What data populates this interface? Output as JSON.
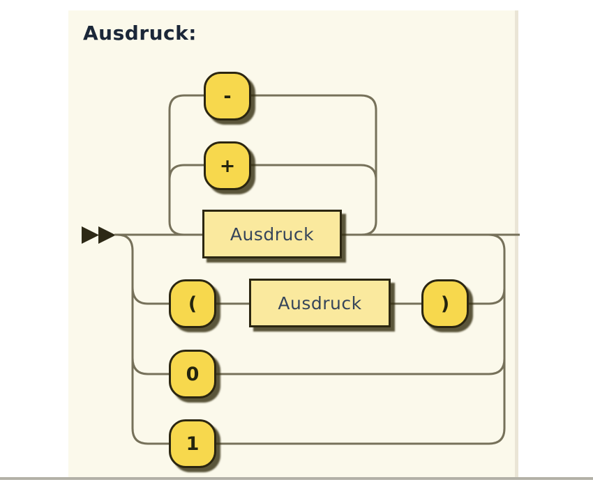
{
  "title": "Ausdruck:",
  "rule_name": "Ausdruck",
  "diagram_type": "railroad-syntax-diagram",
  "nodes": {
    "minus": {
      "label": "-",
      "kind": "terminal"
    },
    "plus": {
      "label": "+",
      "kind": "terminal"
    },
    "ausdruck_main": {
      "label": "Ausdruck",
      "kind": "nonterminal"
    },
    "open_paren": {
      "label": "(",
      "kind": "terminal"
    },
    "ausdruck_nested": {
      "label": "Ausdruck",
      "kind": "nonterminal"
    },
    "close_paren": {
      "label": ")",
      "kind": "terminal"
    },
    "zero": {
      "label": "0",
      "kind": "terminal"
    },
    "one": {
      "label": "1",
      "kind": "terminal"
    }
  },
  "alternatives": [
    "'-'",
    "'+'",
    "Ausdruck",
    "'(' Ausdruck ')'",
    "'0'",
    "'1'"
  ],
  "colors": {
    "bg_panel": "#fbf9eb",
    "line_color": "#76715a",
    "box_border": "#2b2611",
    "terminal_fill": "#f7d84d",
    "nonterminal_fill": "#fae99e",
    "terminal_text": "#23240e",
    "nonterminal_text": "#36455a",
    "title_color": "#1b2738",
    "arrow_color": "#2d2916"
  }
}
